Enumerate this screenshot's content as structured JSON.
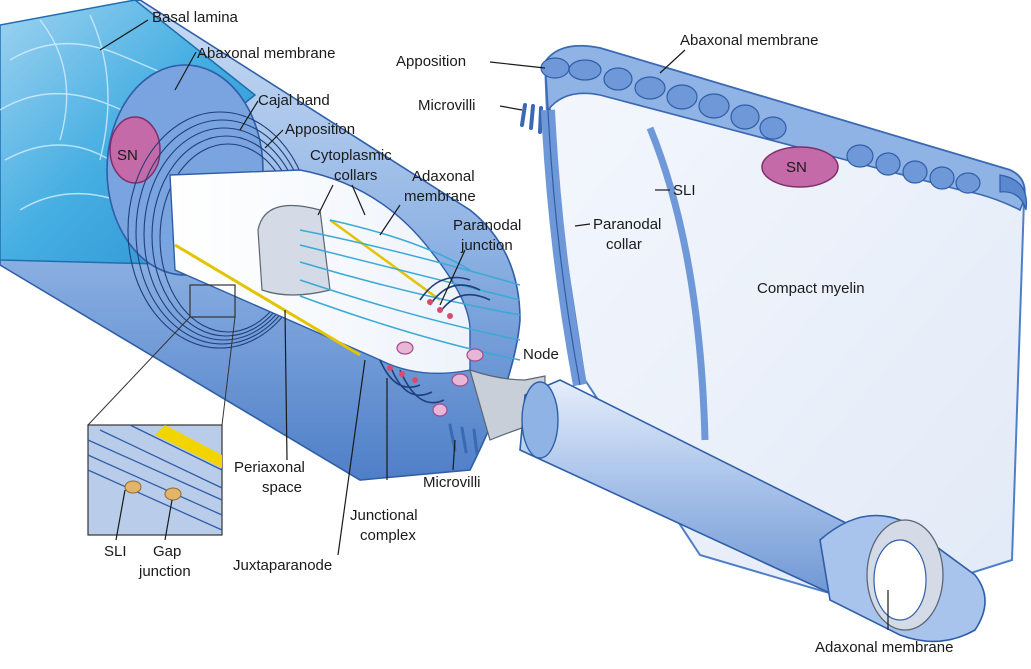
{
  "figure": {
    "labels": {
      "basal_lamina": "Basal lamina",
      "abaxonal_membrane_left": "Abaxonal membrane",
      "cajal_band": "Cajal band",
      "apposition_left": "Apposition",
      "cytoplasmic_collars_1": "Cytoplasmic",
      "cytoplasmic_collars_2": "collars",
      "adaxonal_membrane_top_1": "Adaxonal",
      "adaxonal_membrane_top_2": "membrane",
      "paranodal_junction_1": "Paranodal",
      "paranodal_junction_2": "junction",
      "sn_left": "SN",
      "apposition_right": "Apposition",
      "abaxonal_membrane_right": "Abaxonal membrane",
      "microvilli_top": "Microvilli",
      "sn_right": "SN",
      "sli_right": "SLI",
      "paranodal_collar_1": "Paranodal",
      "paranodal_collar_2": "collar",
      "compact_myelin": "Compact myelin",
      "node": "Node",
      "periaxonal_space_1": "Periaxonal",
      "periaxonal_space_2": "space",
      "microvilli_bottom": "Microvilli",
      "junctional_complex_1": "Junctional",
      "junctional_complex_2": "complex",
      "juxtaparanode": "Juxtaparanode",
      "sli_inset": "SLI",
      "gap_junction_1": "Gap",
      "gap_junction_2": "junction",
      "adaxonal_membrane_bottom": "Adaxonal membrane"
    }
  }
}
